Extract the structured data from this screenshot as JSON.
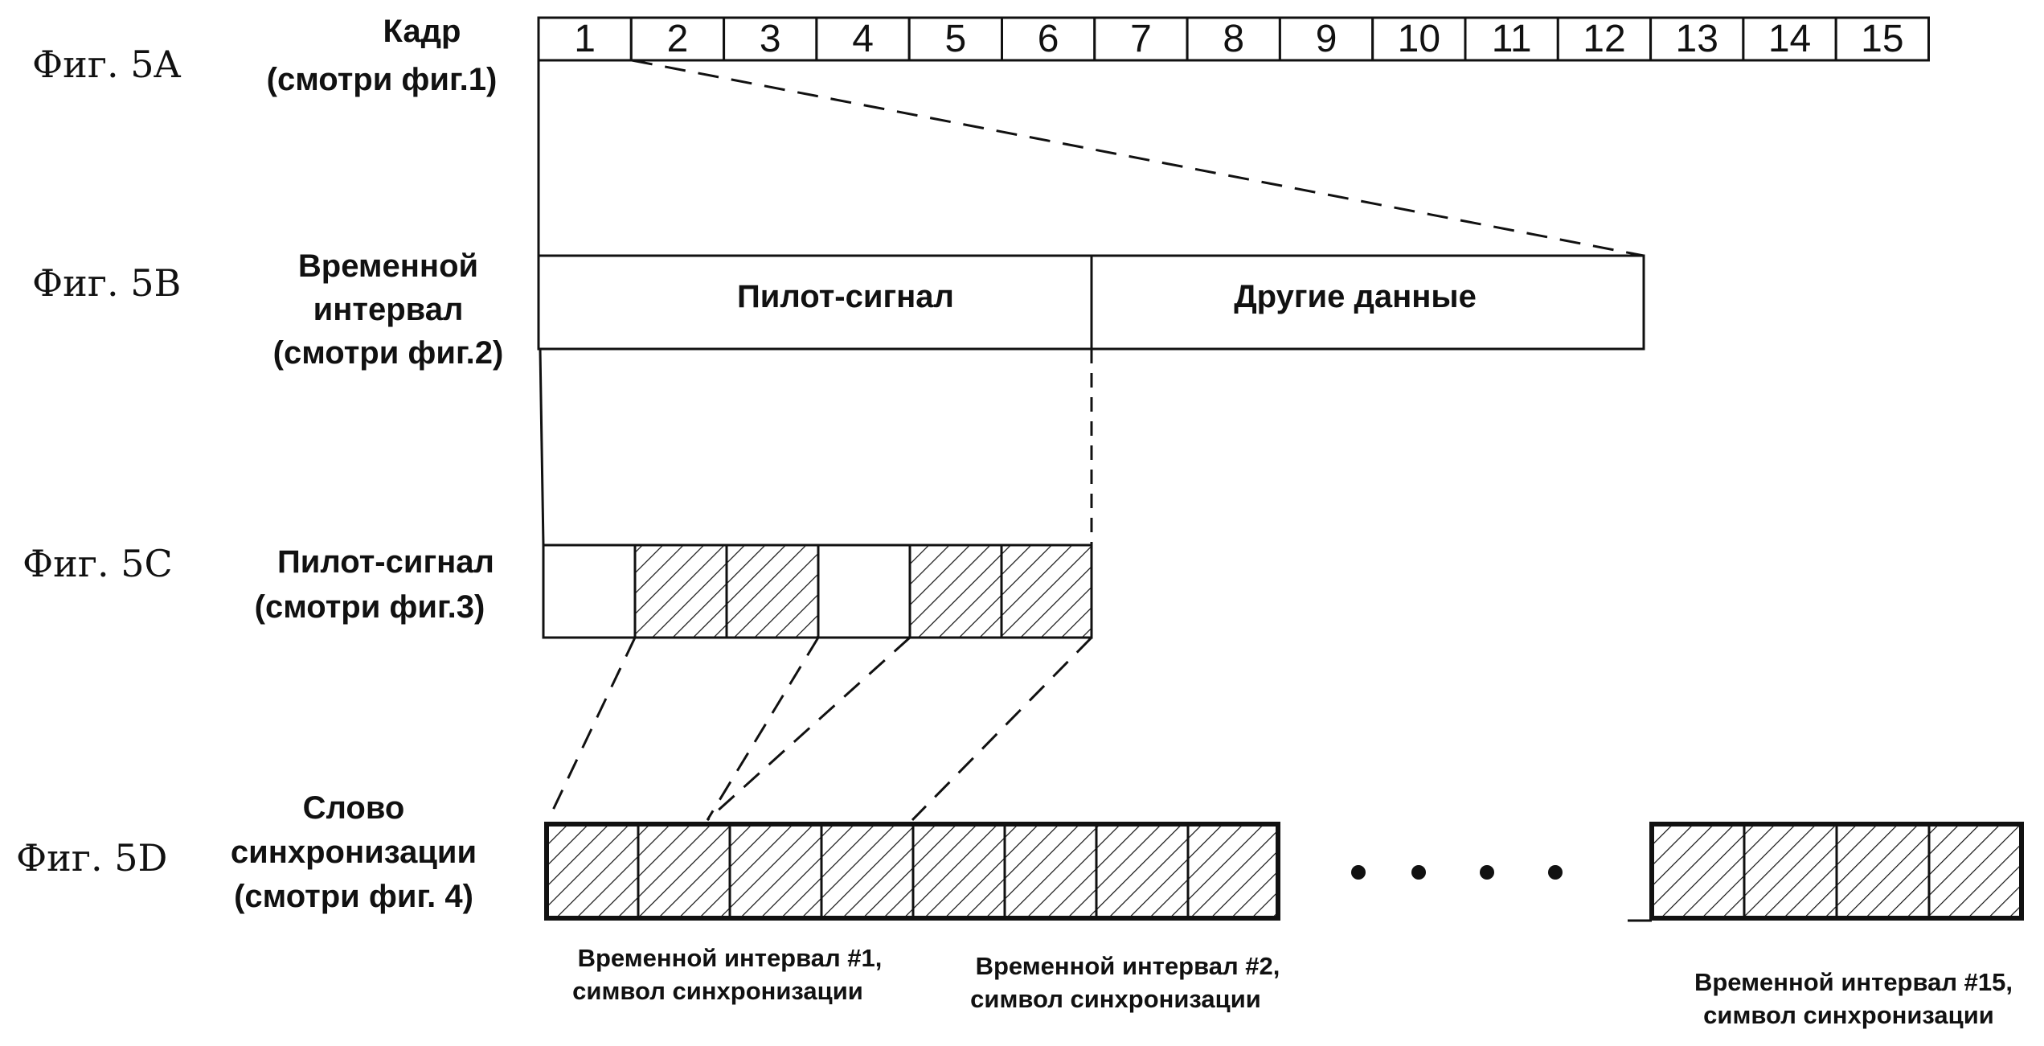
{
  "fig_a": {
    "label": "Фиг. 5A",
    "title_line1": "Кадр",
    "title_line2": "(смотри фиг.1)",
    "slots": [
      "1",
      "2",
      "3",
      "4",
      "5",
      "6",
      "7",
      "8",
      "9",
      "10",
      "11",
      "12",
      "13",
      "14",
      "15"
    ]
  },
  "fig_b": {
    "label": "Фиг. 5B",
    "title_line1": "Временной",
    "title_line2": "интервал",
    "title_line3": "(смотри фиг.2)",
    "pilot": "Пилот-сигнал",
    "other": "Другие данные"
  },
  "fig_c": {
    "label": "Фиг. 5C",
    "title_line1": "Пилот-сигнал",
    "title_line2": "(смотри фиг.3)"
  },
  "fig_d": {
    "label": "Фиг. 5D",
    "title_line1": "Слово",
    "title_line2": "синхронизации",
    "title_line3": "(смотри фиг. 4)",
    "slot1_line1": "Временной интервал #1,",
    "slot1_line2": "символ синхронизации",
    "slot2_line1": "Временной интервал #2,",
    "slot2_line2": "символ синхронизации",
    "slot15_line1": "Временной интервал #15,",
    "slot15_line2": "символ синхронизации"
  }
}
